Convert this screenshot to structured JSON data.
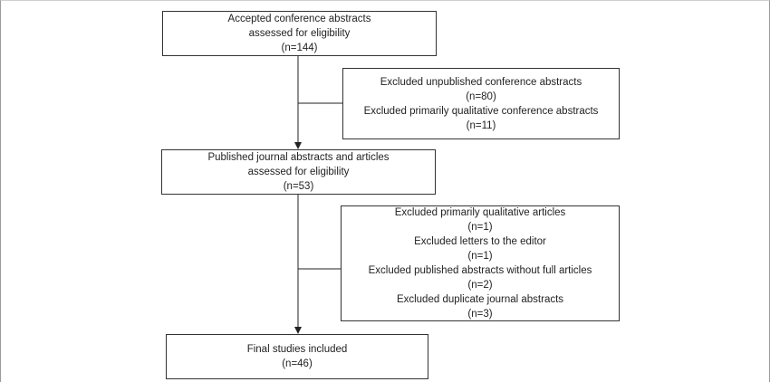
{
  "flowchart": {
    "accepted": {
      "line1": "Accepted conference abstracts",
      "line2": "assessed for eligibility",
      "count": "(n=144)"
    },
    "excluded_first": {
      "line1": "Excluded unpublished conference abstracts",
      "count1": "(n=80)",
      "line2": "Excluded primarily qualitative conference abstracts",
      "count2": "(n=11)"
    },
    "published": {
      "line1": "Published journal abstracts and articles",
      "line2": "assessed for eligibility",
      "count": "(n=53)"
    },
    "excluded_second": {
      "line1": "Excluded primarily qualitative articles",
      "count1": "(n=1)",
      "line2": "Excluded letters to the editor",
      "count2": "(n=1)",
      "line3": "Excluded published abstracts without full articles",
      "count3": "(n=2)",
      "line4": "Excluded duplicate journal abstracts",
      "count4": "(n=3)"
    },
    "final": {
      "line1": "Final studies included",
      "count": "(n=46)"
    }
  }
}
